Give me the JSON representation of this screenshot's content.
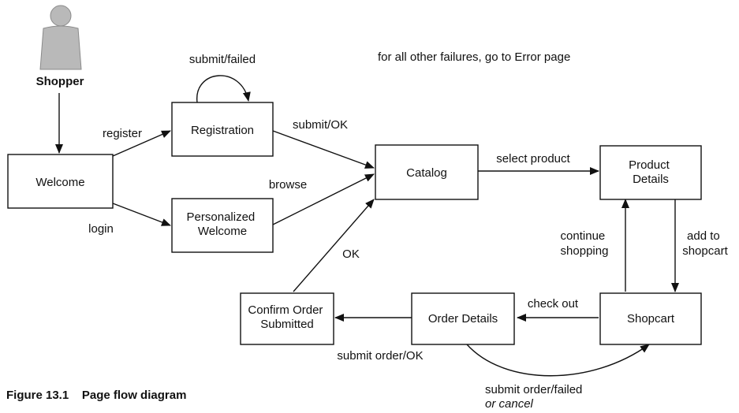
{
  "diagram": {
    "note": "for all other failures, go to Error page",
    "actor": {
      "name": "Shopper",
      "icon": "person-icon"
    },
    "nodes": {
      "welcome": [
        "Welcome"
      ],
      "registration": [
        "Registration"
      ],
      "personalized_welcome": [
        "Personalized",
        "Welcome"
      ],
      "catalog": [
        "Catalog"
      ],
      "product_details": [
        "Product",
        "Details"
      ],
      "shopcart": [
        "Shopcart"
      ],
      "order_details": [
        "Order Details"
      ],
      "confirm_order": [
        "Confirm Order",
        "Submitted"
      ]
    },
    "edges": {
      "register": [
        "register"
      ],
      "login": [
        "login"
      ],
      "submit_failed": [
        "submit/failed"
      ],
      "submit_ok": [
        "submit/OK"
      ],
      "browse": [
        "browse"
      ],
      "select_product": [
        "select product"
      ],
      "add_to_shopcart": [
        "add to",
        "shopcart"
      ],
      "continue_shopping": [
        "continue",
        "shopping"
      ],
      "check_out": [
        "check out"
      ],
      "submit_order_ok": [
        "submit order/OK"
      ],
      "ok": [
        "OK"
      ],
      "submit_order_failed": [
        "submit order/failed",
        "or cancel"
      ]
    }
  },
  "caption": {
    "number": "Figure 13.1",
    "title": "Page flow diagram"
  }
}
